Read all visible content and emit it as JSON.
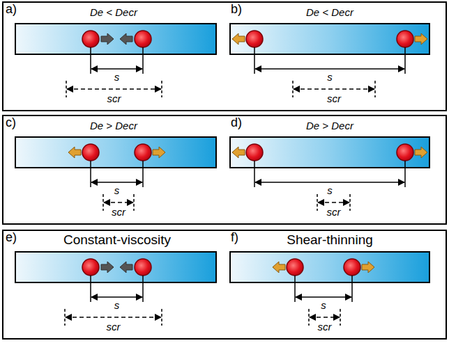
{
  "diagram": {
    "nodes": [
      {
        "text": [
          "a)",
          "De < Decr",
          "s",
          "scr",
          "b)",
          "De < Decr",
          "s",
          "scr"
        ]
      },
      {
        "text": [
          "c)",
          "De > Decr",
          "s",
          "scr",
          "d)",
          "De > Decr",
          "s",
          "scr"
        ]
      },
      {
        "text": [
          "e)",
          "Constant-viscosity",
          "s",
          "scr",
          "f)",
          "Shear-thinning",
          "s",
          "scr"
        ]
      }
    ]
  }
}
